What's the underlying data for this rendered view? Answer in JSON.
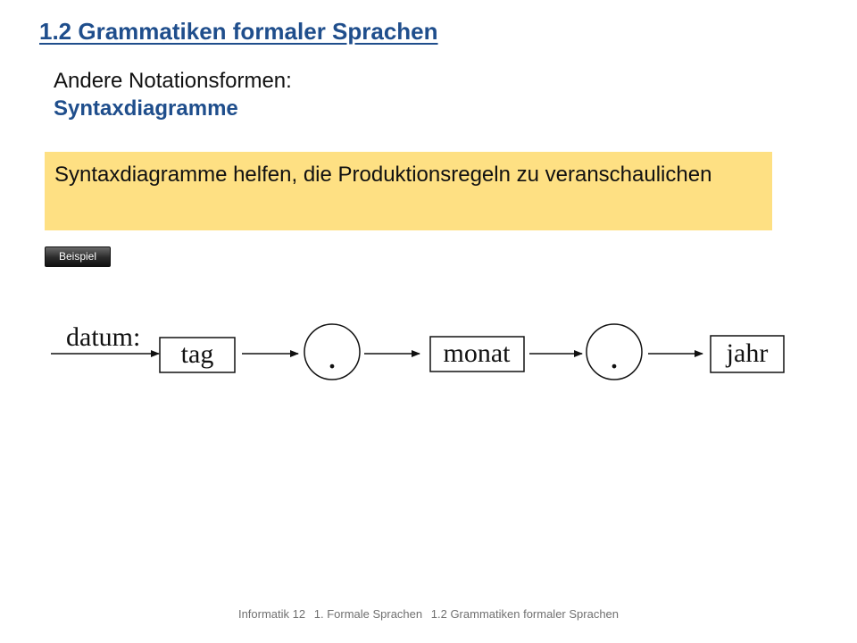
{
  "slide": {
    "title": "1.2 Grammatiken formaler Sprachen",
    "subtitle_line1": "Andere Notationsformen:",
    "subtitle_line2": "Syntaxdiagramme",
    "callout_text": "Syntaxdiagramme helfen, die Produktionsregeln zu veranschaulichen",
    "example_button_label": "Beispiel"
  },
  "diagram": {
    "rule_label": "datum:",
    "elements": [
      {
        "kind": "nonterminal",
        "text": "tag"
      },
      {
        "kind": "terminal",
        "text": "."
      },
      {
        "kind": "nonterminal",
        "text": "monat"
      },
      {
        "kind": "terminal",
        "text": "."
      },
      {
        "kind": "nonterminal",
        "text": "jahr"
      }
    ]
  },
  "footer": {
    "course": "Informatik 12",
    "chapter": "1. Formale Sprachen",
    "section": "1.2 Grammatiken formaler Sprachen"
  },
  "colors": {
    "title": "#1f4e8c",
    "callout_bg": "#fee083"
  }
}
